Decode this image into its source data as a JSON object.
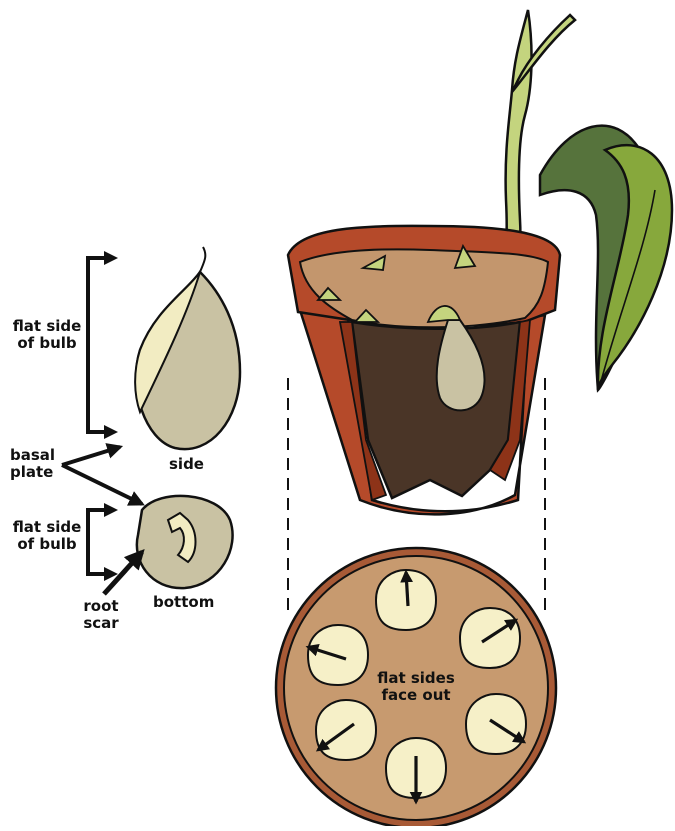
{
  "labels": {
    "flat_side_top_1": "flat side",
    "flat_side_top_2": "of bulb",
    "basal_plate_1": "basal",
    "basal_plate_2": "plate",
    "side": "side",
    "flat_side_bottom_1": "flat side",
    "flat_side_bottom_2": "of bulb",
    "root_scar_1": "root",
    "root_scar_2": "scar",
    "bottom": "bottom",
    "flat_sides_1": "flat sides",
    "flat_sides_2": "face out"
  },
  "colors": {
    "pot": "#b54a2a",
    "pot_dark": "#8d3318",
    "soil_top": "#c3966d",
    "soil_dark": "#4a3527",
    "bulb": "#c9c2a3",
    "bulb_light": "#f2ecc2",
    "leaf": "#87a83c",
    "leaf_dark": "#56733c",
    "stem": "#c4d47e",
    "plan_fill": "#c79a6f",
    "plan_rim": "#a85a36",
    "plan_bulb": "#f6f0c8"
  }
}
